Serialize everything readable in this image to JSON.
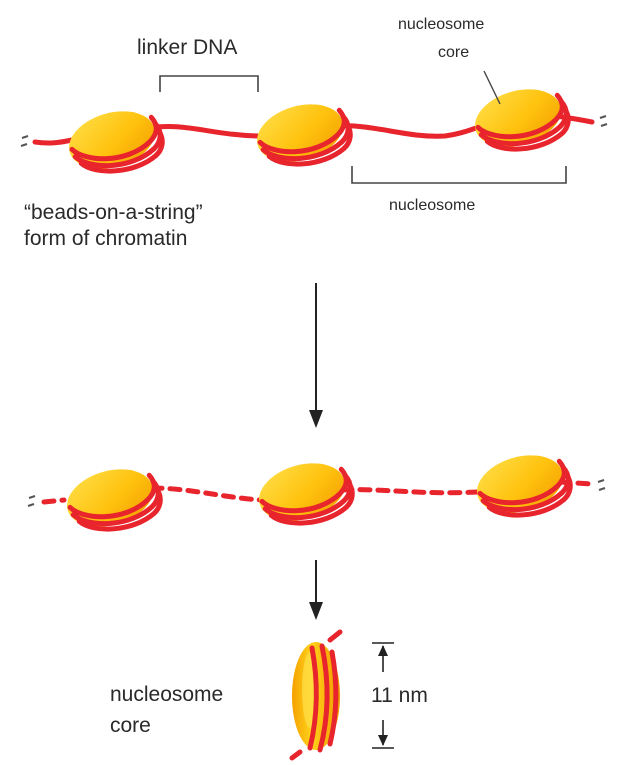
{
  "labels": {
    "linker_dna": "linker DNA",
    "nucleosome_core_top_line1": "nucleosome",
    "nucleosome_core_top_line2": "core",
    "nucleosome": "nucleosome",
    "beads_line1": "“beads-on-a-string”",
    "beads_line2": "form of chromatin",
    "nucleosome_core_bottom_line1": "nucleosome",
    "nucleosome_core_bottom_line2": "core",
    "size": "11 nm"
  },
  "colors": {
    "dna": "#e8242c",
    "histone": "#ffc20e",
    "histone_shade": "#f29a00",
    "histone_light": "#ffe04a",
    "text": "#2a2a2a"
  }
}
